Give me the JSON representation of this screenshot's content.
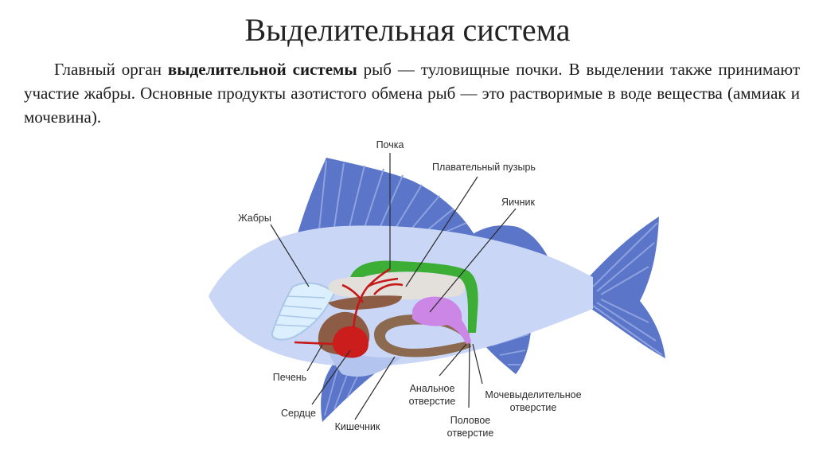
{
  "slide": {
    "title": "Выделительная система",
    "paragraph": {
      "part1": "Главный орган ",
      "bold": "выделительной системы",
      "part2": " рыб — туловищные почки. В выделении также принимают участие жабры. Основные продукты азотистого обмена рыб — это растворимые в воде вещества (аммиак и мочевина)."
    }
  },
  "diagram": {
    "labels": {
      "kidney": "Почка",
      "swim_bladder": "Плавательный пузырь",
      "gills": "Жабры",
      "ovary": "Яичник",
      "liver": "Печень",
      "heart": "Сердце",
      "intestine": "Кишечник",
      "anal_opening": [
        "Анальное",
        "отверстие"
      ],
      "genital_opening": [
        "Половое",
        "отверстие"
      ],
      "urinary_opening": [
        "Мочевыделительное",
        "отверстие"
      ]
    },
    "colors": {
      "fin": "#5b75c8",
      "body": "#c9d6f6",
      "kidney": "#3cae35",
      "swim_bladder": "#e3e0dc",
      "ovary": "#cc86e6",
      "liver": "#8d5c44",
      "heart": "#cc1d1d",
      "intestine": "#8c6a4f",
      "gills": "#dcefff"
    }
  }
}
